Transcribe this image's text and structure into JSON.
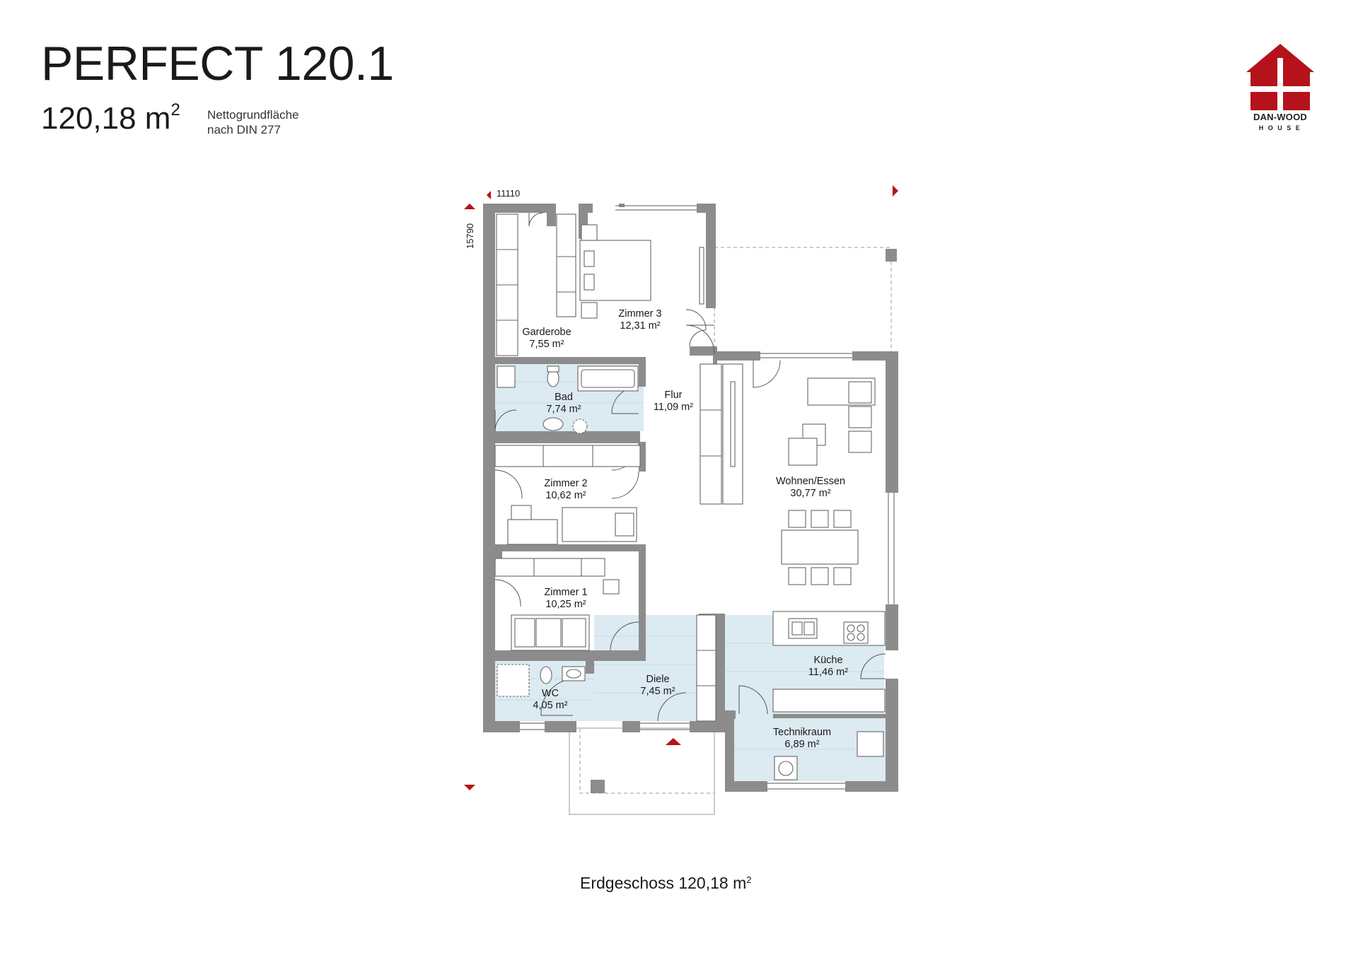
{
  "header": {
    "title": "PERFECT 120.1",
    "area_value": "120,18 m",
    "area_sup": "2",
    "note_line1": "Nettogrundfläche",
    "note_line2": "nach DIN 277"
  },
  "logo": {
    "brand_line1": "DAN-WOOD",
    "brand_line2": "HOUSE",
    "color": "#b5121b"
  },
  "dimensions": {
    "width": "11110",
    "depth": "15790"
  },
  "rooms": [
    {
      "name": "Zimmer 3",
      "area": "12,31 m²"
    },
    {
      "name": "Garderobe",
      "area": "7,55 m²"
    },
    {
      "name": "Bad",
      "area": "7,74 m²"
    },
    {
      "name": "Flur",
      "area": "11,09 m²"
    },
    {
      "name": "Zimmer 2",
      "area": "10,62 m²"
    },
    {
      "name": "Wohnen/Essen",
      "area": "30,77 m²"
    },
    {
      "name": "Zimmer 1",
      "area": "10,25 m²"
    },
    {
      "name": "Küche",
      "area": "11,46 m²"
    },
    {
      "name": "Diele",
      "area": "7,45 m²"
    },
    {
      "name": "WC",
      "area": "4,05 m²"
    },
    {
      "name": "Technikraum",
      "area": "6,89 m²"
    }
  ],
  "caption": {
    "text": "Erdgeschoss 120,18 m",
    "sup": "2"
  },
  "colors": {
    "wall": "#8c8c8c",
    "tile": "#dceaf1",
    "accent": "#b5121b"
  }
}
